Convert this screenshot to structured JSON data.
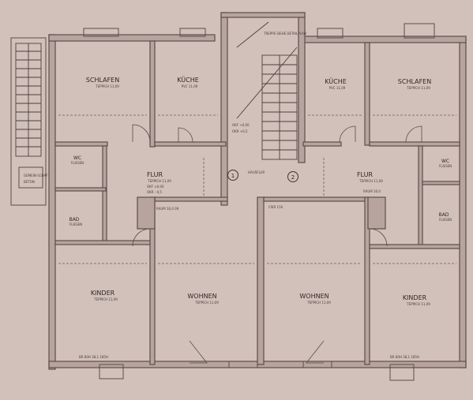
{
  "rooms": {
    "schlafen_left": {
      "name": "SCHLAFEN",
      "floor": "TEPPICH 11,09"
    },
    "kueche_left": {
      "name": "KÜCHE",
      "floor": "PVC 11,09"
    },
    "kueche_right": {
      "name": "KÜCHE",
      "floor": "PVC 11,09"
    },
    "schlafen_right": {
      "name": "SCHLAFEN",
      "floor": "TEPPICH 11,09"
    },
    "wc_left": {
      "name": "WC",
      "floor": "FLIESEN"
    },
    "flur_left": {
      "name": "FLUR",
      "floor": "TEPPICH 11,09"
    },
    "flur_right": {
      "name": "FLUR",
      "floor": "TEPPICH 11,09"
    },
    "wc_right": {
      "name": "WC",
      "floor": "FLIESEN"
    },
    "bad_left": {
      "name": "BAD",
      "floor": "FLIESEN"
    },
    "bad_right": {
      "name": "BAD",
      "floor": "FLIESEN"
    },
    "kinder_left": {
      "name": "KINDER",
      "floor": "TEPPICH 11,09"
    },
    "wohnen_left": {
      "name": "WOHNEN",
      "floor": "TEPPICH 11,09"
    },
    "wohnen_right": {
      "name": "WOHNEN",
      "floor": "TEPPICH 11,09"
    },
    "kinder_right": {
      "name": "KINDER",
      "floor": "TEPPICH 11,09"
    }
  },
  "levels": {
    "left": {
      "okf": "OKF ±0,00",
      "okr": "OKR - 0,5"
    },
    "stair": {
      "okf": "OKF +0,00",
      "okr": "OKR +0,5"
    }
  },
  "markers": {
    "one": "1",
    "two": "2"
  },
  "notes": {
    "gemeinschaft": "GEMEIN-SCHAFT",
    "treppe": "TREPPE SIEHE DETAILPLAN",
    "hausflur": "HAUSFLUR",
    "beton": "BETON",
    "raum_left": "RAUM 16,0 09",
    "raum_right": "RAUM 16,0",
    "cws": "CWS 150",
    "window_bl": "BR 80H 38,1 185H",
    "window_br": "BR 80H 38,1 185H"
  }
}
